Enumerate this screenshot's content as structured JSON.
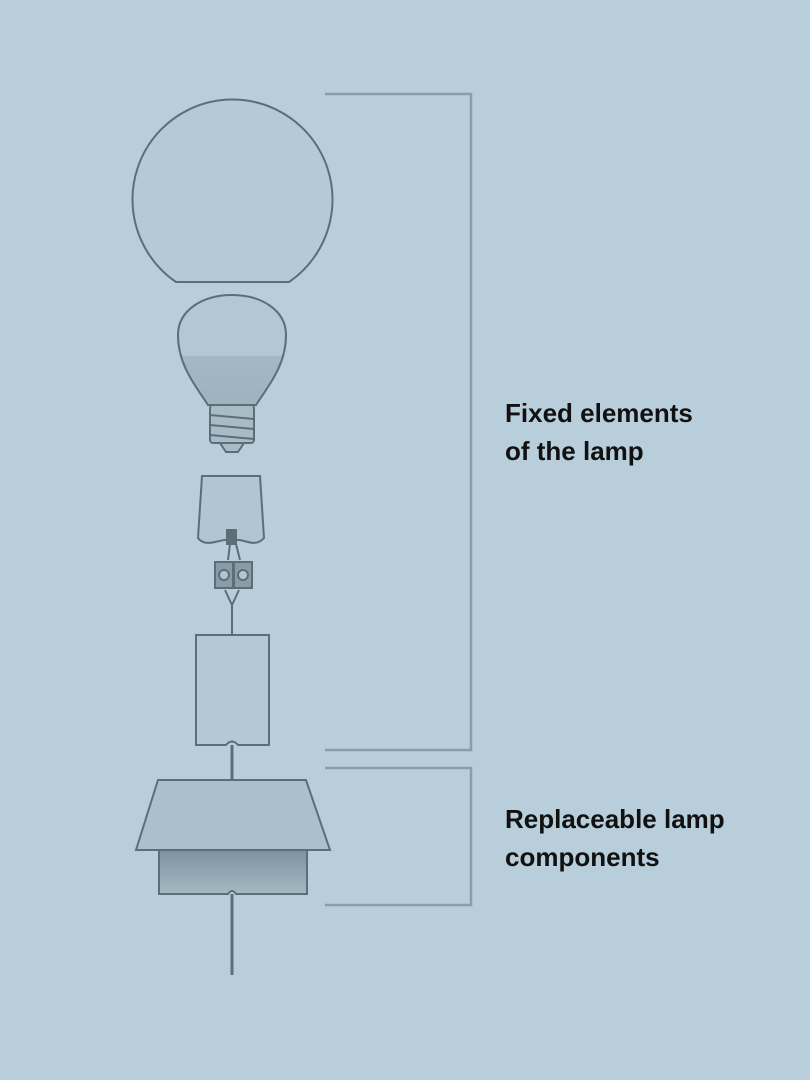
{
  "labels": {
    "fixed": {
      "line1": "Fixed elements",
      "line2": "of the lamp"
    },
    "replaceable": {
      "line1": "Replaceable lamp",
      "line2": "components"
    }
  },
  "colors": {
    "background": "#b8cedb",
    "line": "#5e6e79",
    "fill": "#afc5d1",
    "shade": "#8fa3ae",
    "text": "#111111"
  }
}
